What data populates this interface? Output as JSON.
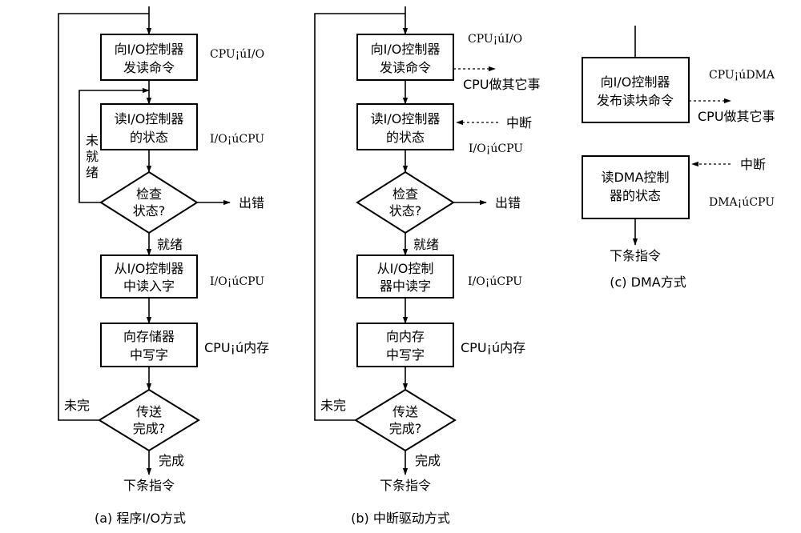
{
  "a": {
    "caption": "(a) 程序I/O方式",
    "box1": [
      "向I/O控制器",
      "发读命令"
    ],
    "box2": [
      "读I/O控制器",
      "的状态"
    ],
    "check": [
      "检查",
      "状态?"
    ],
    "box3": [
      "从I/O控制器",
      "中读入字"
    ],
    "box4": [
      "向存储器",
      "中写字"
    ],
    "done": [
      "传送",
      "完成?"
    ],
    "ann1": "CPU¡úI/O",
    "ann2": "I/O¡úCPU",
    "ann3": "I/O¡úCPU",
    "ann4": "CPU¡ú内存",
    "not_ready": [
      "未",
      "就",
      "绪"
    ],
    "error": "出错",
    "ready": "就绪",
    "not_done": "未完",
    "completed": "完成",
    "next": "下条指令"
  },
  "b": {
    "caption": "(b) 中断驱动方式",
    "box1": [
      "向I/O控制器",
      "发读命令"
    ],
    "box2": [
      "读I/O控制器",
      "的状态"
    ],
    "check": [
      "检查",
      "状态?"
    ],
    "box3": [
      "从I/O控制",
      "器中读字"
    ],
    "box4": [
      "向内存",
      "中写字"
    ],
    "done": [
      "传送",
      "完成?"
    ],
    "ann1": "CPU¡úI/O",
    "cpu_other": "CPU做其它事",
    "interrupt": "中断",
    "ann2": "I/O¡úCPU",
    "ann3": "I/O¡úCPU",
    "ann4": "CPU¡ú内存",
    "error": "出错",
    "ready": "就绪",
    "not_done": "未完",
    "completed": "完成",
    "next": "下条指令"
  },
  "c": {
    "caption": "(c) DMA方式",
    "box1": [
      "向I/O控制器",
      "发布读块命令"
    ],
    "box2": [
      "读DMA控制",
      "器的状态"
    ],
    "ann1": "CPU¡úDMA",
    "cpu_other": "CPU做其它事",
    "interrupt": "中断",
    "ann2": "DMA¡úCPU",
    "next": "下条指令"
  }
}
